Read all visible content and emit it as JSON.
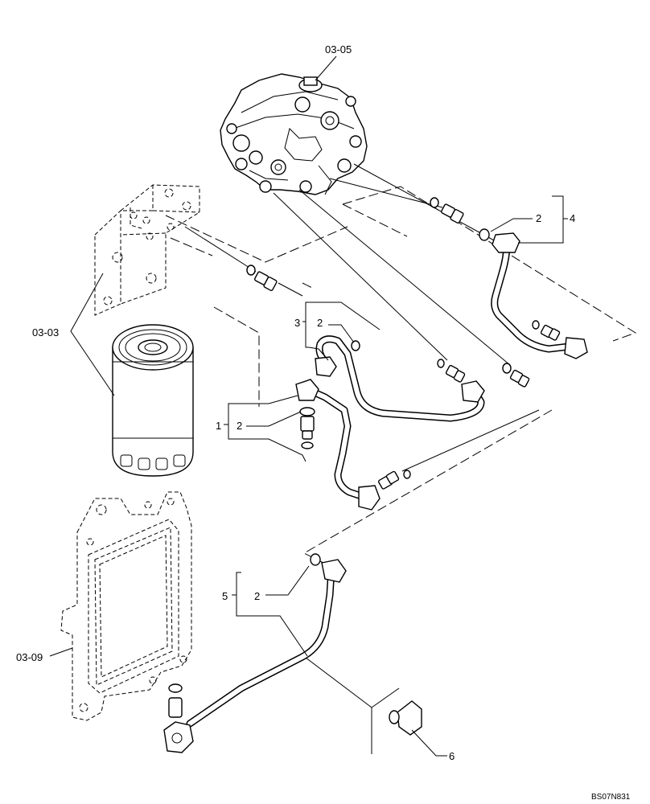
{
  "labels": {
    "pump_ref": "03-05",
    "filter_ref": "03-03",
    "cooler_ref": "03-09",
    "item_1": "1",
    "item_2a": "2",
    "item_2b": "2",
    "item_2c": "2",
    "item_2d": "2",
    "item_3": "3",
    "item_4": "4",
    "item_5": "5",
    "item_6": "6",
    "drawing_code": "BS07N831"
  }
}
